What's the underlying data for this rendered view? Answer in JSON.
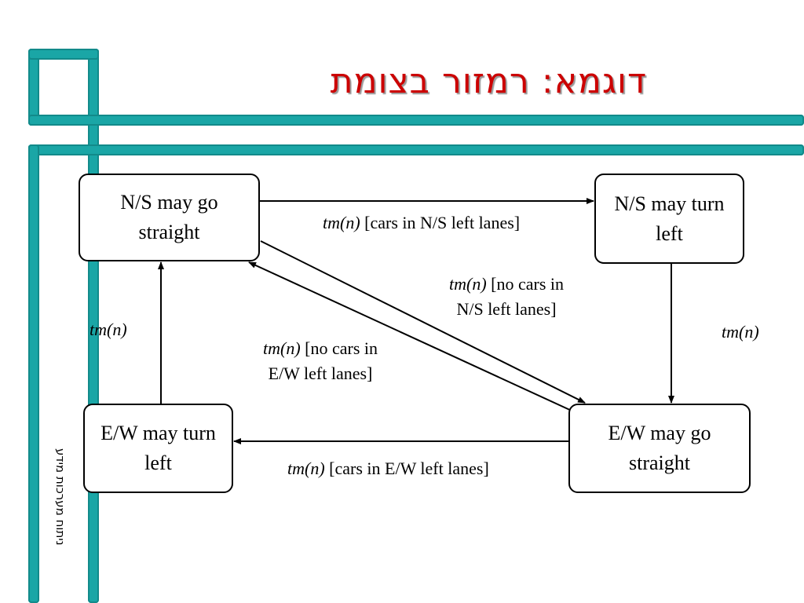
{
  "slide": {
    "title": "דוגמא: רמזור בצומת",
    "side_label": "ניתוח מערכות מידע"
  },
  "states": {
    "ns_straight": "N/S may go straight",
    "ns_left": "N/S may turn left",
    "ew_straight": "E/W may go straight",
    "ew_left": "E/W may turn left"
  },
  "transitions": {
    "ns_straight_to_ns_left": {
      "trigger": "tm(n)",
      "condition": " [cars in N/S left lanes]"
    },
    "ns_straight_to_ew_straight": {
      "trigger": "tm(n)",
      "condition_line1": " [no cars in",
      "condition_line2": "N/S left lanes]"
    },
    "ew_straight_to_ns_straight": {
      "trigger": "tm(n)",
      "condition_line1": " [no cars in",
      "condition_line2": "E/W left lanes]"
    },
    "ns_left_to_ew_straight": {
      "trigger": "tm(n)"
    },
    "ew_straight_to_ew_left": {
      "trigger": "tm(n)",
      "condition": " [cars in E/W left lanes]"
    },
    "ew_left_to_ns_straight": {
      "trigger": "tm(n)"
    }
  },
  "colors": {
    "frame": "#1aa6a6",
    "title": "#cc0000"
  }
}
